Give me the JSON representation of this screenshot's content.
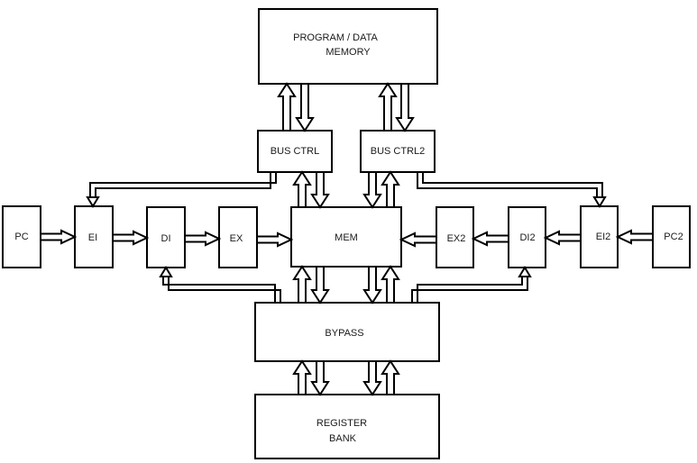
{
  "diagram": {
    "type": "pipeline-block-diagram",
    "blocks": {
      "memory": {
        "line1": "PROGRAM / DATA",
        "line2": "MEMORY"
      },
      "bus_ctrl": "BUS CTRL",
      "bus_ctrl2": "BUS CTRL2",
      "pc": "PC",
      "ei": "EI",
      "di": "DI",
      "ex": "EX",
      "mem": "MEM",
      "ex2": "EX2",
      "di2": "DI2",
      "ei2": "EI2",
      "pc2": "PC2",
      "bypass": "BYPASS",
      "register_bank": {
        "line1": "REGISTER",
        "line2": "BANK"
      }
    },
    "connections": [
      {
        "from": "BUS CTRL",
        "to": "PROGRAM / DATA MEMORY",
        "direction": "up"
      },
      {
        "from": "PROGRAM / DATA MEMORY",
        "to": "BUS CTRL",
        "direction": "down"
      },
      {
        "from": "BUS CTRL2",
        "to": "PROGRAM / DATA MEMORY",
        "direction": "up"
      },
      {
        "from": "PROGRAM / DATA MEMORY",
        "to": "BUS CTRL2",
        "direction": "down"
      },
      {
        "from": "BUS CTRL",
        "to": "EI"
      },
      {
        "from": "BUS CTRL2",
        "to": "EI2"
      },
      {
        "from": "MEM",
        "to": "BUS CTRL"
      },
      {
        "from": "BUS CTRL",
        "to": "MEM"
      },
      {
        "from": "BUS CTRL2",
        "to": "MEM"
      },
      {
        "from": "MEM",
        "to": "BUS CTRL2"
      },
      {
        "from": "PC",
        "to": "EI"
      },
      {
        "from": "EI",
        "to": "DI"
      },
      {
        "from": "DI",
        "to": "EX"
      },
      {
        "from": "EX",
        "to": "MEM"
      },
      {
        "from": "PC2",
        "to": "EI2"
      },
      {
        "from": "EI2",
        "to": "DI2"
      },
      {
        "from": "DI2",
        "to": "EX2"
      },
      {
        "from": "EX2",
        "to": "MEM"
      },
      {
        "from": "BYPASS",
        "to": "DI"
      },
      {
        "from": "BYPASS",
        "to": "DI2"
      },
      {
        "from": "BYPASS",
        "to": "MEM"
      },
      {
        "from": "MEM",
        "to": "BYPASS"
      },
      {
        "from": "REGISTER BANK",
        "to": "BYPASS"
      },
      {
        "from": "BYPASS",
        "to": "REGISTER BANK"
      }
    ]
  }
}
